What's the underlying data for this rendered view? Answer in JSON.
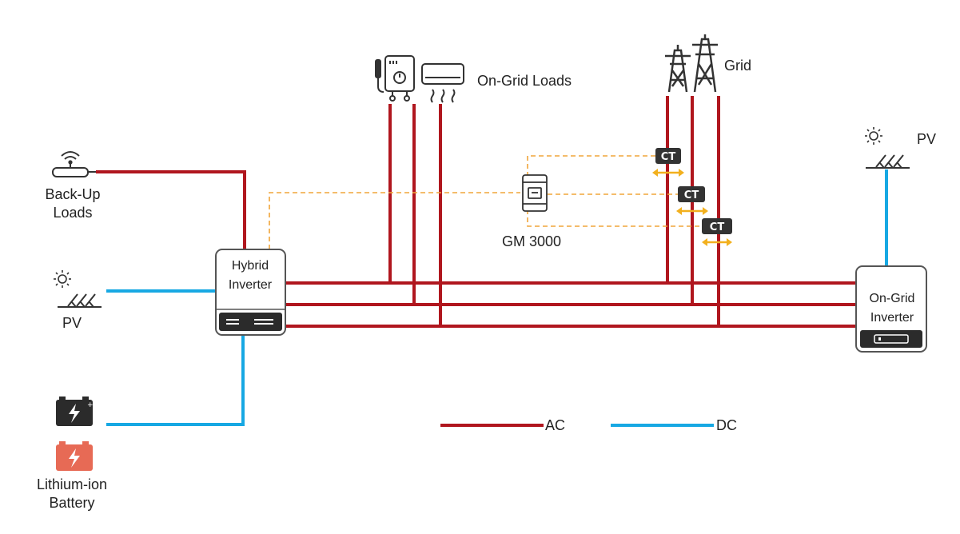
{
  "colors": {
    "ac": "#b0161e",
    "dc": "#17a8e3",
    "comm": "#f0a53a",
    "device_outline": "#555555",
    "icon": "#333333",
    "battery_lithium": "#e76a55",
    "battery_dark": "#2b2b2b",
    "ct_box": "#333333",
    "arrow": "#f2b01e"
  },
  "labels": {
    "backup_loads": [
      "Back-Up",
      "Loads"
    ],
    "pv_left": "PV",
    "pv_right": "PV",
    "lithium_battery": [
      "Lithium-ion",
      "Battery"
    ],
    "hybrid_inverter": [
      "Hybrid",
      "Inverter"
    ],
    "ongrid_inverter": [
      "On-Grid",
      "Inverter"
    ],
    "ongrid_loads": "On-Grid Loads",
    "grid": "Grid",
    "meter": "GM 3000",
    "ct": "CT"
  },
  "legend": {
    "ac": "AC",
    "dc": "DC"
  },
  "icons": {
    "router": "router-icon",
    "solar_panel": "solar-panel-icon",
    "sun": "sun-icon",
    "battery": "battery-icon",
    "water_heater": "water-heater-icon",
    "air_conditioner": "air-conditioner-icon",
    "transmission_tower": "transmission-tower-icon",
    "smart_meter": "smart-meter-icon",
    "current_transformer": "ct-icon"
  }
}
